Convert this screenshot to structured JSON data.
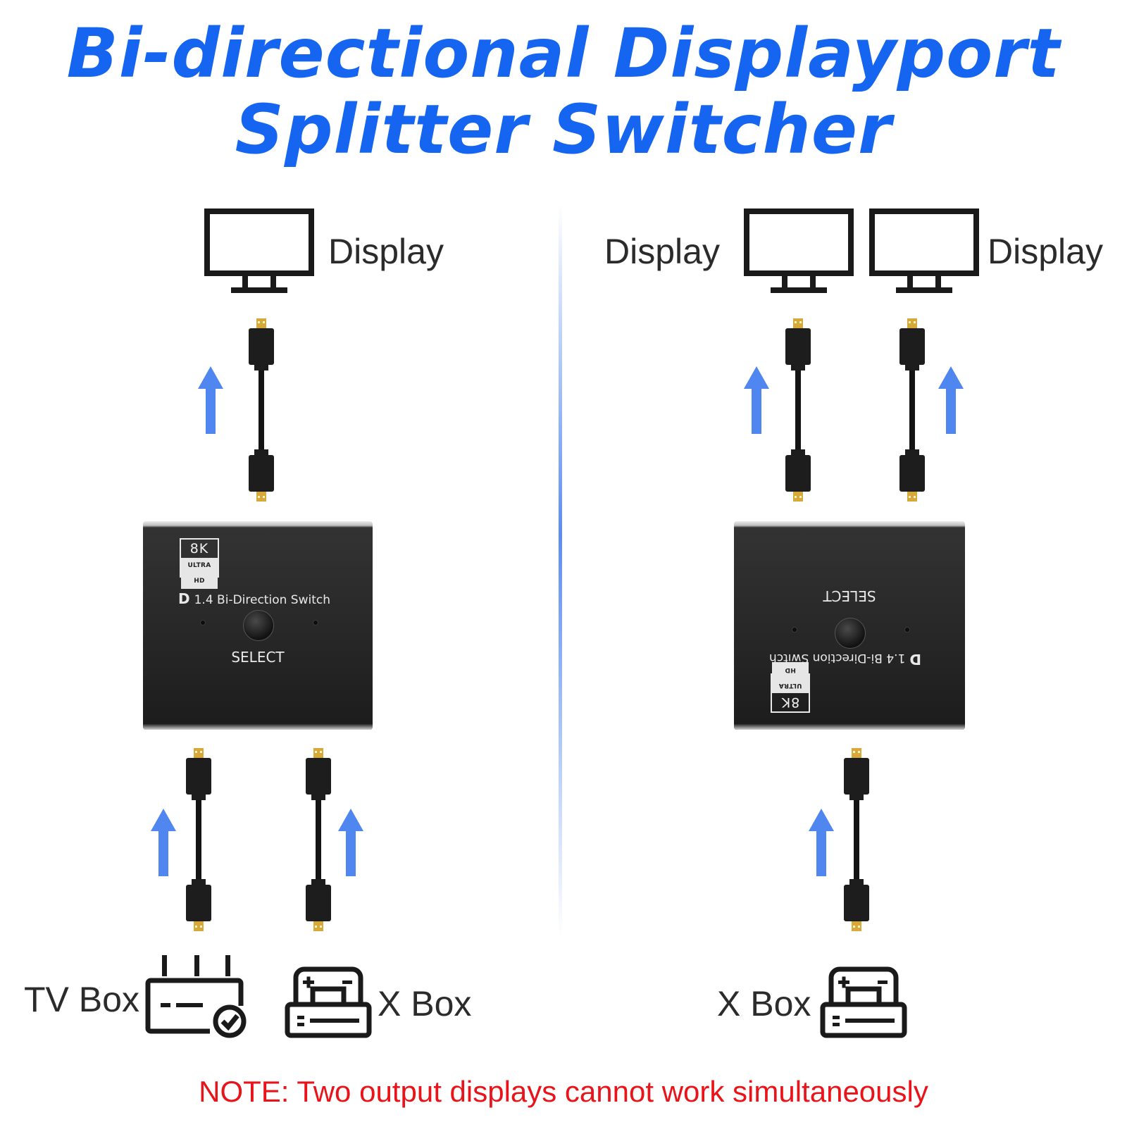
{
  "title": {
    "line1": "Bi-directional Displayport",
    "line2": "Splitter Switcher",
    "color": "#1565f0"
  },
  "left_diagram": {
    "display_label": "Display",
    "device": {
      "badge_top": "8K",
      "badge_bottom": "ULTRA HD",
      "model_text": "1.4 Bi-Direction Switch",
      "dp_logo": "D",
      "button_label": "SELECT"
    },
    "sources": [
      {
        "label": "TV Box",
        "icon": "tv-box-icon"
      },
      {
        "label": "X Box",
        "icon": "game-console-icon"
      }
    ]
  },
  "right_diagram": {
    "display_labels": [
      "Display",
      "Display"
    ],
    "device": {
      "badge_top": "8K",
      "badge_bottom": "ULTRA HD",
      "model_text": "1.4 Bi-Direction Switch",
      "dp_logo": "D",
      "button_label": "SELECT"
    },
    "source": {
      "label": "X Box",
      "icon": "game-console-icon"
    }
  },
  "note": {
    "text": "NOTE: Two output displays cannot work simultaneously",
    "color": "#e8141a"
  },
  "colors": {
    "arrow": "#4f86f0",
    "icon_stroke": "#1a1a1a",
    "device_body": "#262626"
  }
}
